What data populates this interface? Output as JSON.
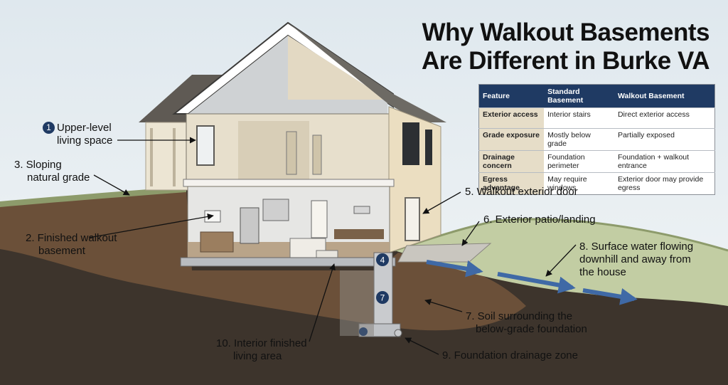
{
  "title": {
    "line1": "Why Walkout Basements",
    "line2": "Are Different in Burke VA"
  },
  "table": {
    "headers": [
      "Feature",
      "Standard Basement",
      "Walkout Basement"
    ],
    "rows": [
      [
        "Exterior access",
        "Interior stairs",
        "Direct exterior access"
      ],
      [
        "Grade exposure",
        "Mostly below grade",
        "Partially exposed"
      ],
      [
        "Drainage concern",
        "Foundation perimeter",
        "Foundation + walkout entrance"
      ],
      [
        "Egress advantage",
        "May require windows",
        "Exterior door may provide egress"
      ]
    ]
  },
  "callouts": {
    "c1_num": "1",
    "c1_line1": "Upper-level",
    "c1_line2": "living space",
    "c3_line1": "3. Sloping",
    "c3_line2": "natural grade",
    "c2_line1": "2. Finished walkout",
    "c2_line2": "basement",
    "c5": "5. Walkout exterior door",
    "c6": "6. Exterior patio/landing",
    "c8_line1": "8. Surface water flowing",
    "c8_line2": "downhill and away from",
    "c8_line3": "the house",
    "c7_line1": "7. Soil surrounding the",
    "c7_line2": "below-grade foundation",
    "c10_line1": "10. Interior finished",
    "c10_line2": "living area",
    "c9": "9. Foundation drainage zone"
  },
  "markers": {
    "m4": "4",
    "m7": "7"
  },
  "colors": {
    "navy": "#1f3a63",
    "soil": "#5a4533",
    "dark_soil": "#3d342c",
    "grass": "#b7c49a",
    "siding": "#e8dcc0",
    "roof": "#6a665f",
    "arrow": "#3f69a6"
  }
}
